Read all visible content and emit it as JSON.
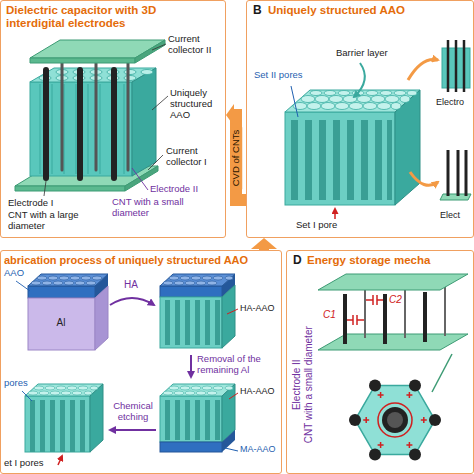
{
  "diagram": {
    "nodes": [
      {
        "text": [
          "Dielectric capacitor with 3D interdigital electrodes"
        ]
      },
      {
        "text": [
          "B",
          "Uniquely structured AAO"
        ]
      },
      {
        "text": [
          "abrication process of uniquely structured AAO"
        ]
      },
      {
        "text": [
          "D",
          "Energy storage mecha"
        ]
      }
    ],
    "edges": [
      {
        "from": 2,
        "to": 1,
        "arrow": "to"
      },
      {
        "from": 1,
        "to": 0,
        "arrow": "to",
        "label": "CVD of CNTs"
      }
    ],
    "labels": [
      "Current collector II",
      "Uniquely structured AAO",
      "Current collector I",
      "Electrode II",
      "CNT with a small diameter",
      "Electrode I",
      "CNT with a large diameter",
      "Set II pores",
      "Barrier layer",
      "Set I pore",
      "Electro",
      "Elect",
      "AAO",
      "Al",
      "HA",
      "HA-AAO",
      "Removal of the remaining Al",
      "pores",
      "Chemical etching",
      "HA-AAO",
      "MA-AAO",
      "et I pores",
      "Electrode II",
      "CNT with a small diameter",
      "C2",
      "C1"
    ]
  }
}
